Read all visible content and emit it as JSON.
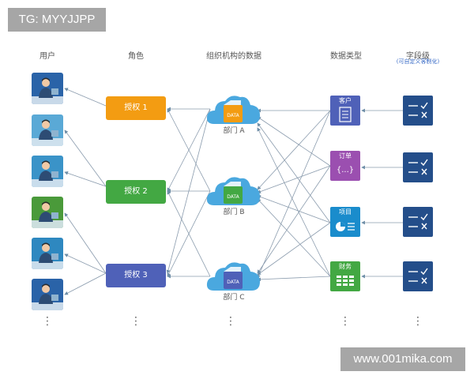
{
  "tag_label": "TG: MYYJJPP",
  "watermark_text": "www.001mika.com",
  "headers": {
    "users": "用户",
    "roles": "角色",
    "org": "组织机构的数据",
    "data_types": "数据类型",
    "fields": "字段级",
    "fields_sub": "(可自定义客制化)"
  },
  "roles": [
    {
      "label": "授权 1",
      "color": "#f39c12"
    },
    {
      "label": "授权 2",
      "color": "#43a843"
    },
    {
      "label": "授权 3",
      "color": "#4f61b8"
    }
  ],
  "departments": [
    {
      "label": "部门 A",
      "badge": "DATA",
      "folder_color": "#f39c12"
    },
    {
      "label": "部门 B",
      "badge": "DATA",
      "folder_color": "#43a843"
    },
    {
      "label": "部门 C",
      "badge": "DATA",
      "folder_color": "#4f61b8"
    }
  ],
  "data_types": [
    {
      "label": "客户",
      "color": "#4f61b8",
      "icon": "document-icon"
    },
    {
      "label": "订单",
      "color": "#9b4fb0",
      "icon": "braces-icon",
      "glyph": "{...}"
    },
    {
      "label": "项目",
      "color": "#1a8ccc",
      "icon": "pie-list-icon"
    },
    {
      "label": "财务",
      "color": "#43a843",
      "icon": "table-icon"
    }
  ],
  "field_icon": "check-cross-icon",
  "users": [
    {
      "bg": "#2a63a8",
      "icon": "user-at-desk-icon"
    },
    {
      "bg": "#5aa9d6",
      "icon": "user-at-desk-icon"
    },
    {
      "bg": "#3a93c8",
      "icon": "user-at-desk-icon"
    },
    {
      "bg": "#4a9a3a",
      "icon": "user-wireless-icon"
    },
    {
      "bg": "#2e88c0",
      "icon": "user-wireless-icon"
    },
    {
      "bg": "#2a63a8",
      "icon": "user-at-desk-icon"
    }
  ],
  "ellipsis": "⋮"
}
